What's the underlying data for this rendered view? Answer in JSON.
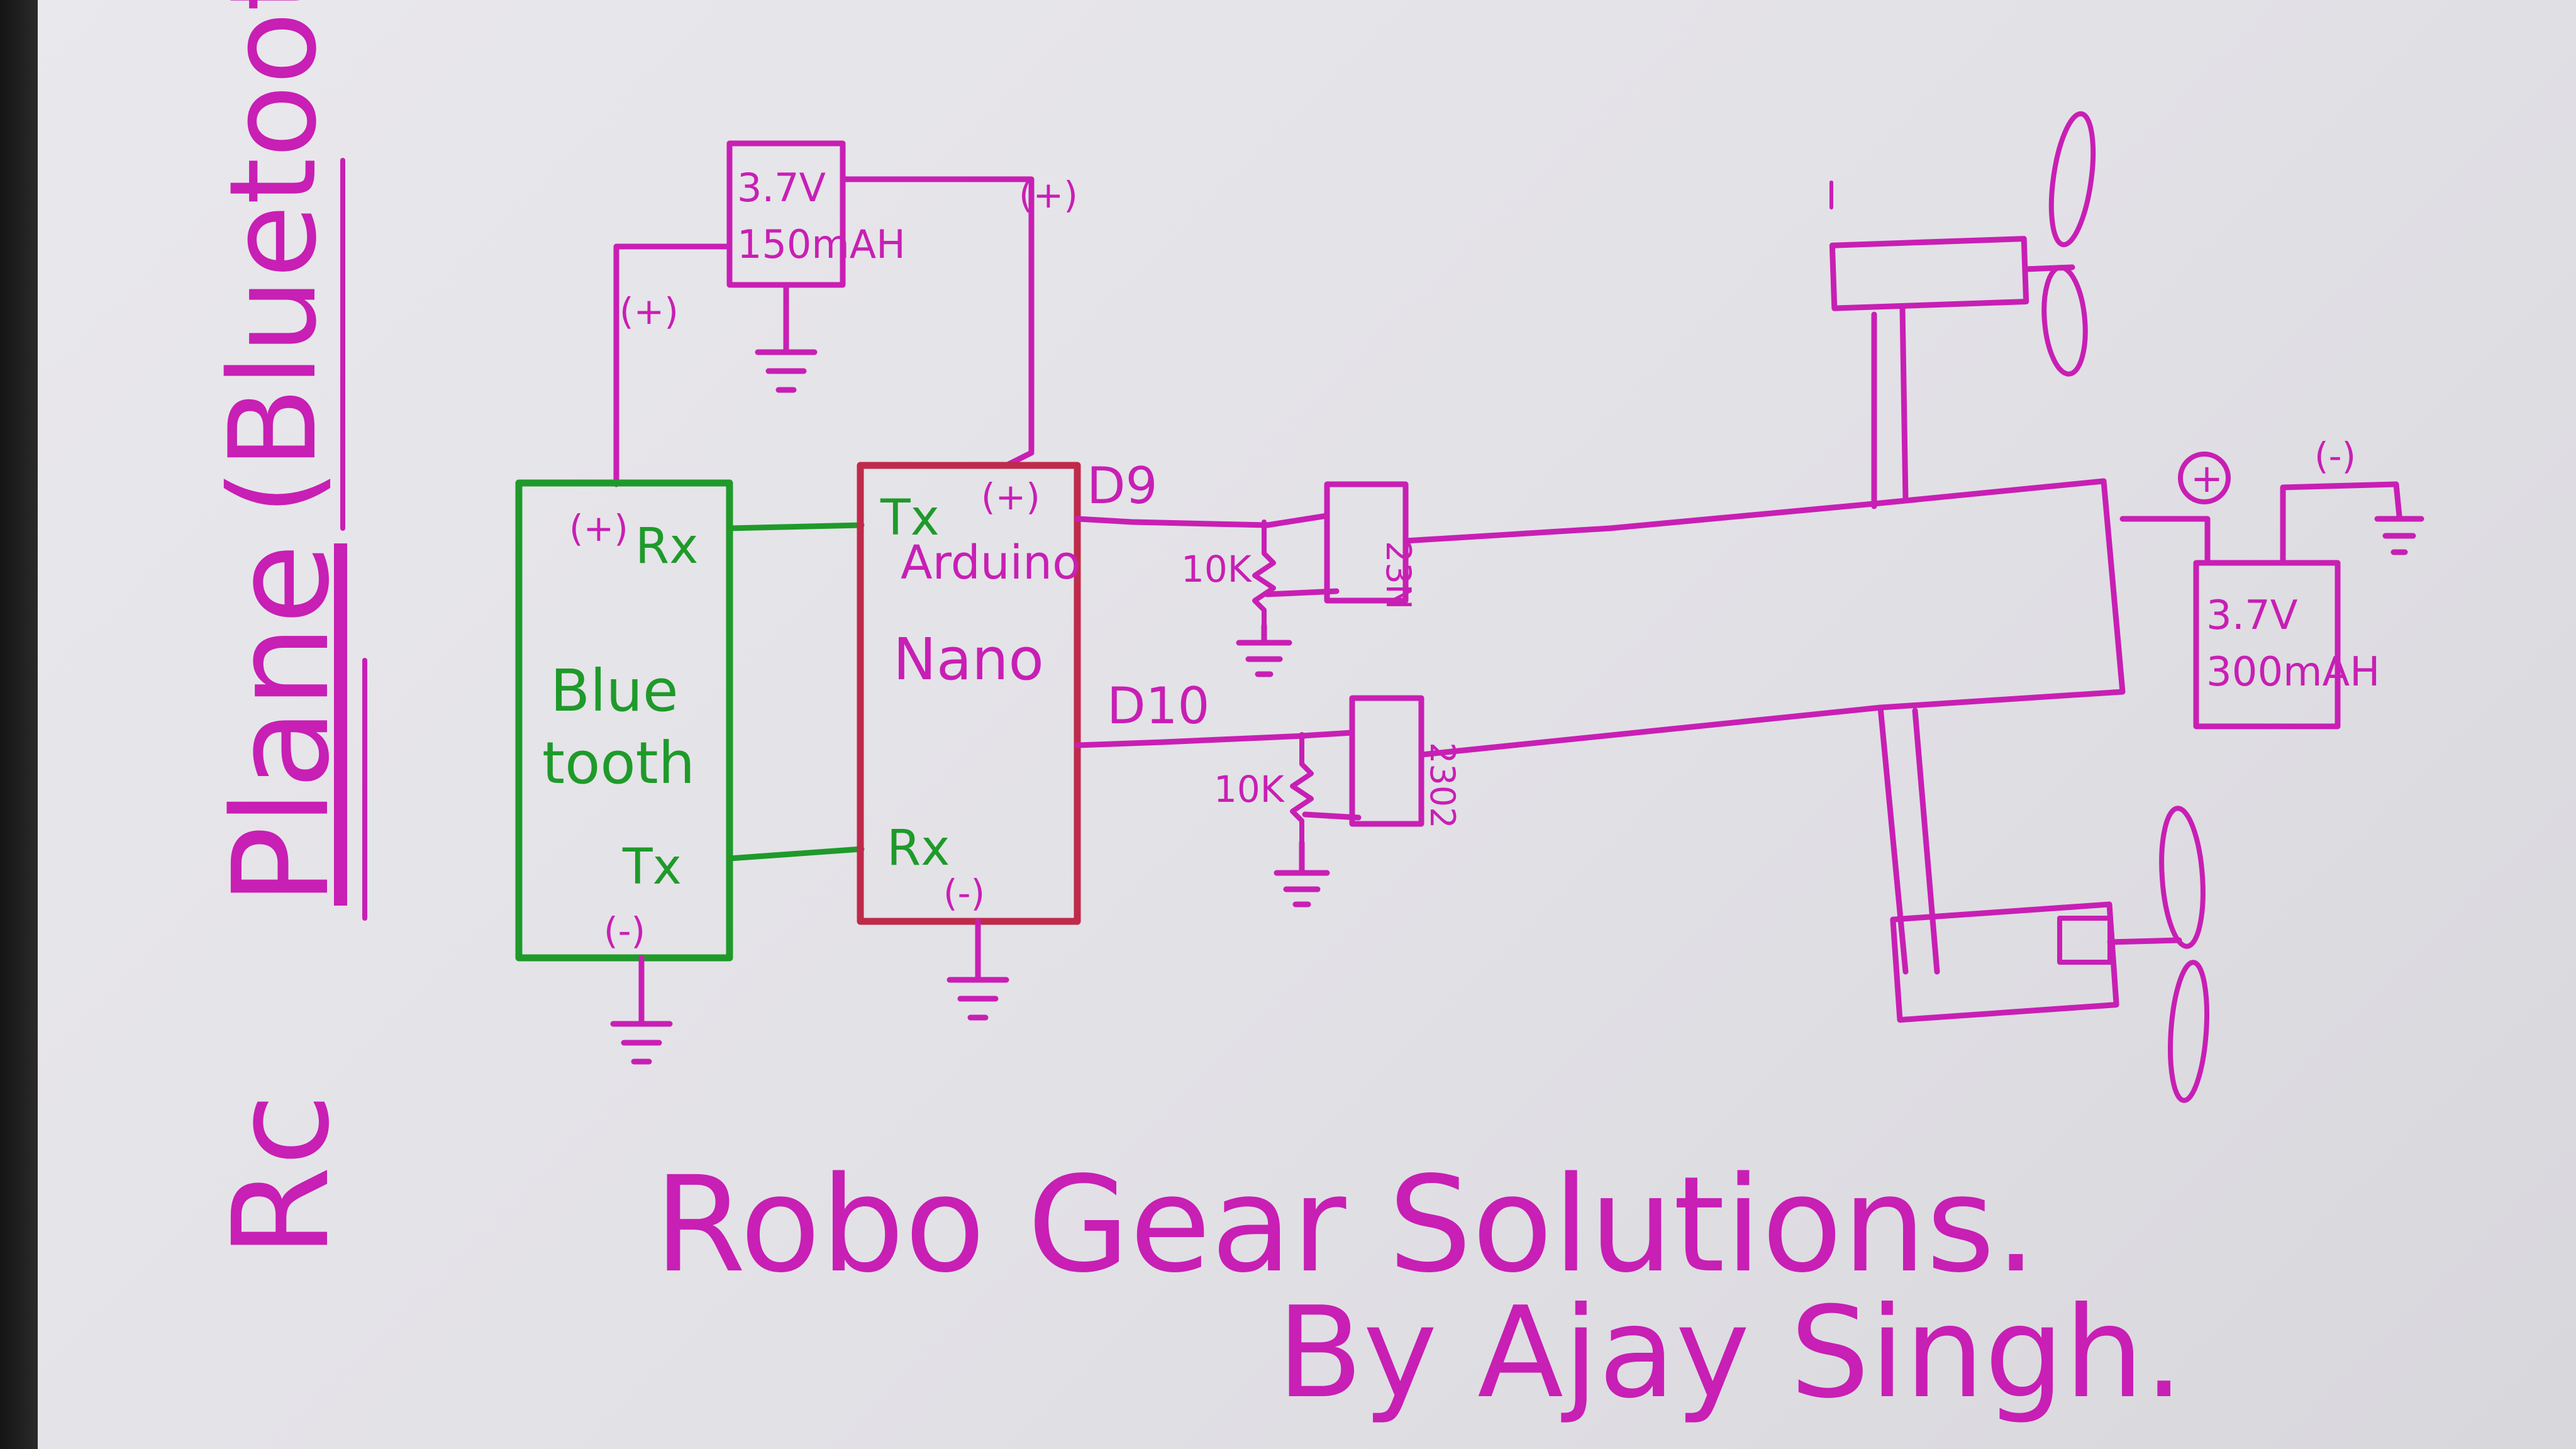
{
  "title": {
    "rc": "Rc",
    "plane": "Plane",
    "subtitle": "(Bluetooth)"
  },
  "bluetooth_module": {
    "line1": "Blue",
    "line2": "tooth",
    "rx": "Rx",
    "tx": "Tx",
    "plus": "(+)",
    "minus": "(-)"
  },
  "arduino": {
    "line1": "Arduino",
    "line2": "Nano",
    "tx": "Tx",
    "rx": "Rx",
    "plus": "(+)",
    "minus": "(-)"
  },
  "battery_small": {
    "voltage": "3.7V",
    "capacity": "150mAH",
    "plus_left": "(+)",
    "plus_right": "(+)"
  },
  "battery_main": {
    "voltage": "3.7V",
    "capacity": "300mAH",
    "plus": "+",
    "minus": "(-)"
  },
  "pins": {
    "d9": "D9",
    "d10": "D10"
  },
  "resistors": {
    "r1": "10K",
    "r2": "10K"
  },
  "transistors": {
    "t1": "23N",
    "t2": "2302"
  },
  "credits": {
    "company": "Robo Gear Solutions.",
    "author": "By Ajay Singh."
  },
  "colors": {
    "ink_magenta": "#c81fb4",
    "ink_green": "#1f9a2a",
    "ink_red": "#c02a4a",
    "paper": "#e6e5ea"
  }
}
